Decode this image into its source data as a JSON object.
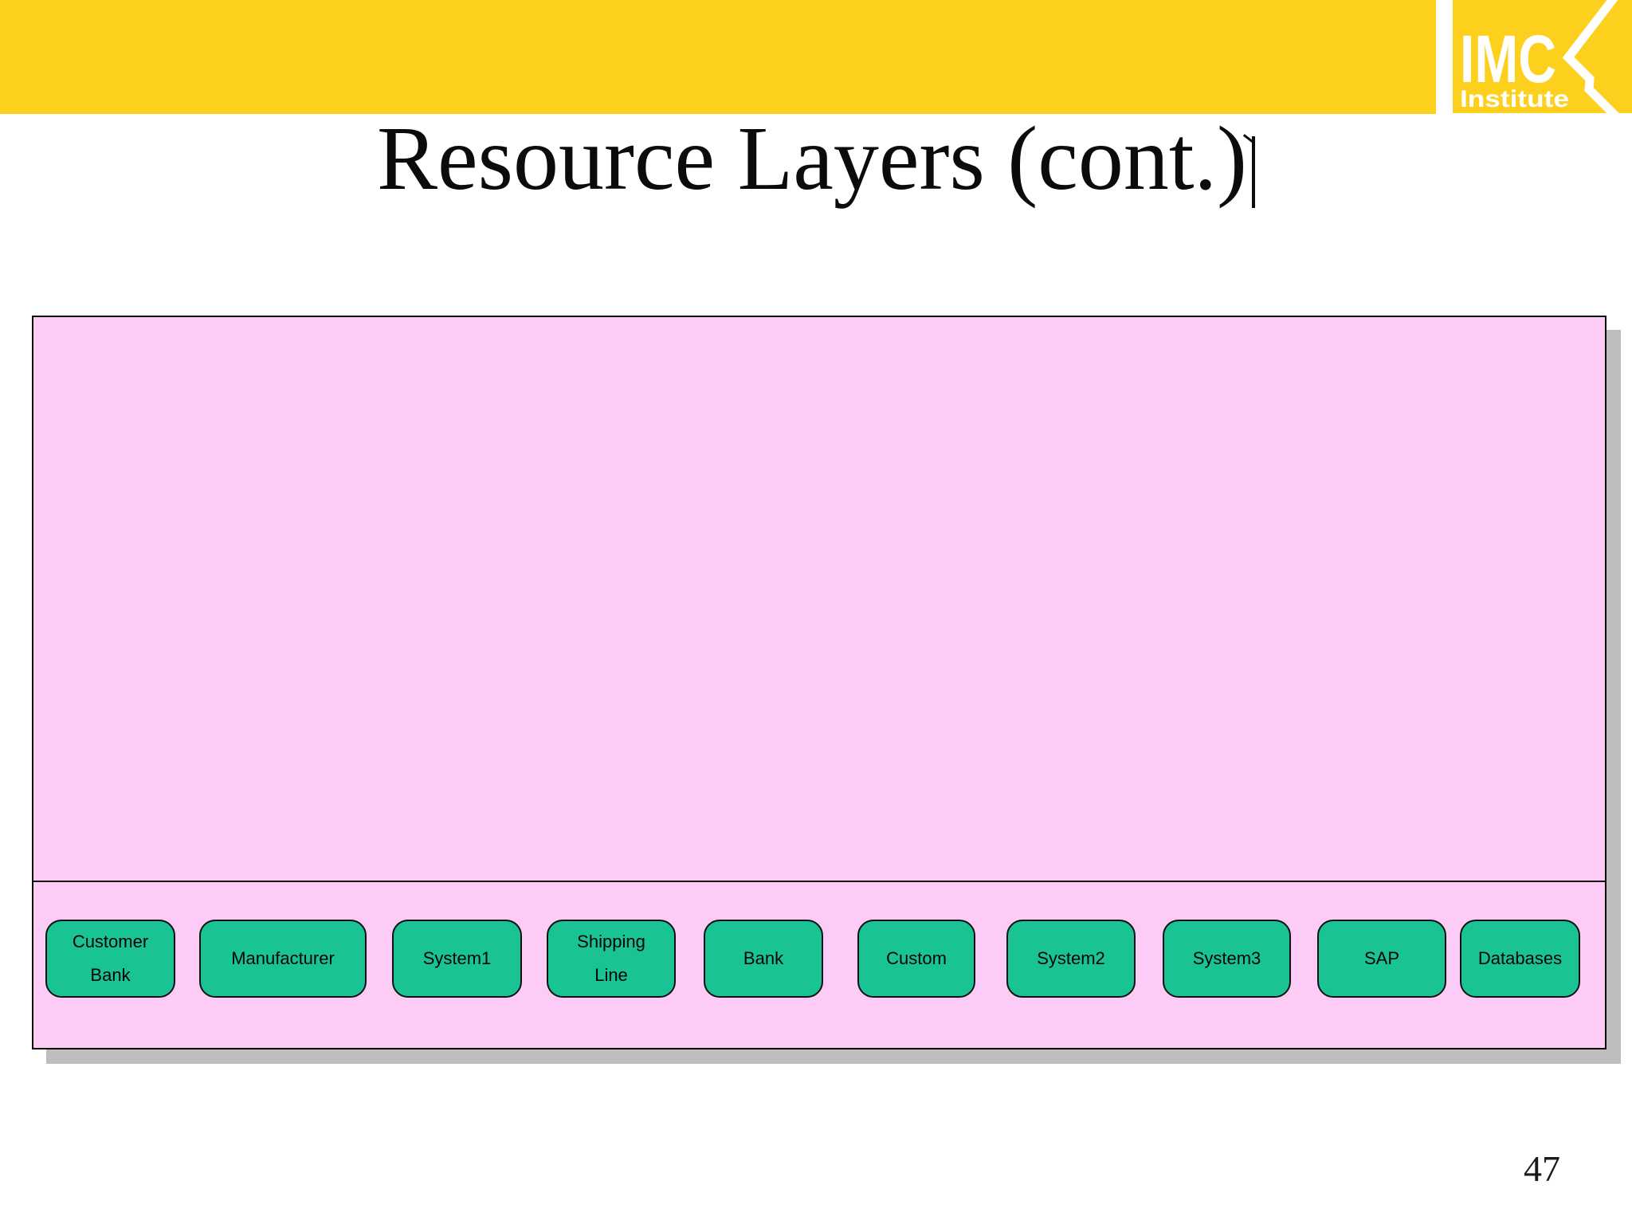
{
  "slide": {
    "title": "Resource Layers (cont.)",
    "page_number": "47"
  },
  "logo": {
    "acronym": "IMC",
    "name": "Institute"
  },
  "colors": {
    "header_yellow": "#fdd01e",
    "panel_pink": "#fdccf6",
    "box_green": "#19c393",
    "shadow_gray": "#bdbdbd",
    "logo_text_white": "#ffffff"
  },
  "diagram": {
    "boxes": [
      {
        "lines": [
          "Customer",
          "Bank"
        ]
      },
      {
        "lines": [
          "Manufacturer"
        ]
      },
      {
        "lines": [
          "System1"
        ]
      },
      {
        "lines": [
          "Shipping",
          "Line"
        ]
      },
      {
        "lines": [
          "Bank"
        ]
      },
      {
        "lines": [
          "Custom"
        ]
      },
      {
        "lines": [
          "System2"
        ]
      },
      {
        "lines": [
          "System3"
        ]
      },
      {
        "lines": [
          "SAP"
        ]
      },
      {
        "lines": [
          "Databases"
        ]
      }
    ]
  }
}
